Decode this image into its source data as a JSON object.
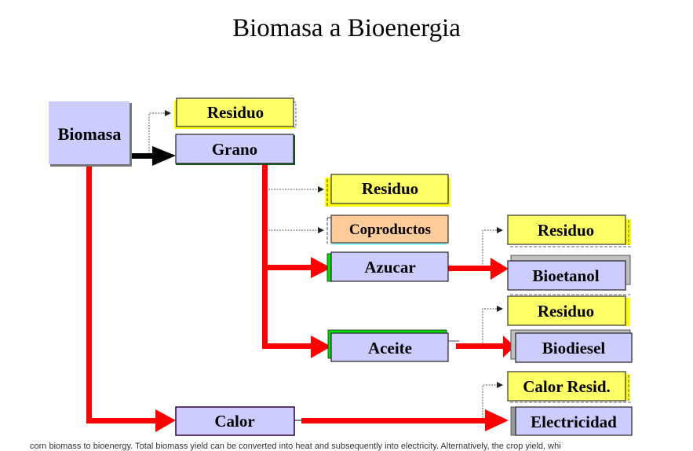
{
  "title": "Biomasa a Bioenergia",
  "colors": {
    "process_fill": "#ccccff",
    "residue_fill": "#ffff66",
    "coproduct_fill": "#ffcc99",
    "main_flow": "#ff0000",
    "primary_flow": "#000000",
    "byproduct_flow": "#888888"
  },
  "nodes": {
    "biomasa": "Biomasa",
    "residuo_1": "Residuo",
    "grano": "Grano",
    "residuo_2": "Residuo",
    "coproductos": "Coproductos",
    "azucar": "Azucar",
    "aceite": "Aceite",
    "calor": "Calor",
    "residuo_3": "Residuo",
    "bioetanol": "Bioetanol",
    "residuo_4": "Residuo",
    "biodiesel": "Biodiesel",
    "calor_resid": "Calor Resid.",
    "electricidad": "Electricidad"
  },
  "edges": [
    {
      "from": "Biomasa",
      "to": "Residuo",
      "type": "byproduct"
    },
    {
      "from": "Biomasa",
      "to": "Grano",
      "type": "primary"
    },
    {
      "from": "Biomasa",
      "to": "Calor",
      "type": "main"
    },
    {
      "from": "Grano",
      "to": "Residuo",
      "type": "byproduct"
    },
    {
      "from": "Grano",
      "to": "Coproductos",
      "type": "byproduct"
    },
    {
      "from": "Grano",
      "to": "Azucar",
      "type": "main"
    },
    {
      "from": "Grano",
      "to": "Aceite",
      "type": "main"
    },
    {
      "from": "Azucar",
      "to": "Residuo",
      "type": "byproduct"
    },
    {
      "from": "Azucar",
      "to": "Bioetanol",
      "type": "main"
    },
    {
      "from": "Aceite",
      "to": "Residuo",
      "type": "byproduct"
    },
    {
      "from": "Aceite",
      "to": "Biodiesel",
      "type": "main"
    },
    {
      "from": "Calor",
      "to": "Calor Resid.",
      "type": "byproduct"
    },
    {
      "from": "Calor",
      "to": "Electricidad",
      "type": "main"
    }
  ],
  "caption": "corn biomass to bioenergy. Total biomass yield can be converted into heat and subsequently into electricity. Alternatively, the crop yield, whi"
}
